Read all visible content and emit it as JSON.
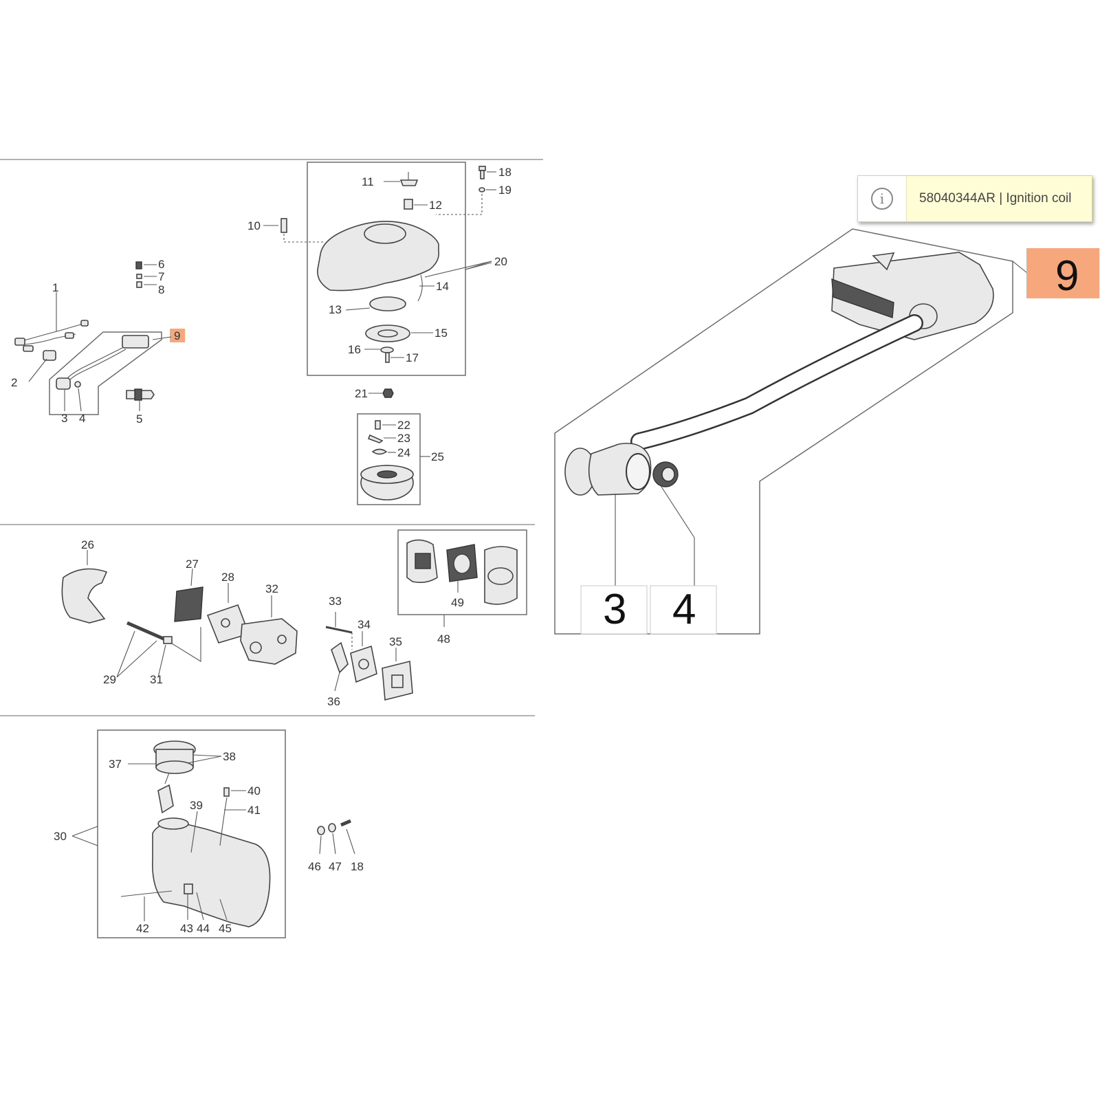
{
  "tooltip": {
    "icon": "info-icon",
    "text": "58040344AR | Ignition coil"
  },
  "highlight": {
    "color": "#f6a77c",
    "part_number": "9"
  },
  "callouts": {
    "n1": "1",
    "n2": "2",
    "n3": "3",
    "n4": "4",
    "n5": "5",
    "n6": "6",
    "n7": "7",
    "n8": "8",
    "n9": "9",
    "n10": "10",
    "n11": "11",
    "n12": "12",
    "n13": "13",
    "n14": "14",
    "n15": "15",
    "n16": "16",
    "n17": "17",
    "n18": "18",
    "n19": "19",
    "n20": "20",
    "n21": "21",
    "n22": "22",
    "n23": "23",
    "n24": "24",
    "n25": "25",
    "n26": "26",
    "n27": "27",
    "n28": "28",
    "n29": "29",
    "n30": "30",
    "n31": "31",
    "n32": "32",
    "n33": "33",
    "n34": "34",
    "n35": "35",
    "n36": "36",
    "n37": "37",
    "n38": "38",
    "n39": "39",
    "n40": "40",
    "n41": "41",
    "n42": "42",
    "n43": "43",
    "n44": "44",
    "n45": "45",
    "n46": "46",
    "n47": "47",
    "n48": "48",
    "n49": "49",
    "n18b": "18"
  },
  "zoom": {
    "part_label": "9",
    "sub_label_a": "3",
    "sub_label_b": "4"
  }
}
